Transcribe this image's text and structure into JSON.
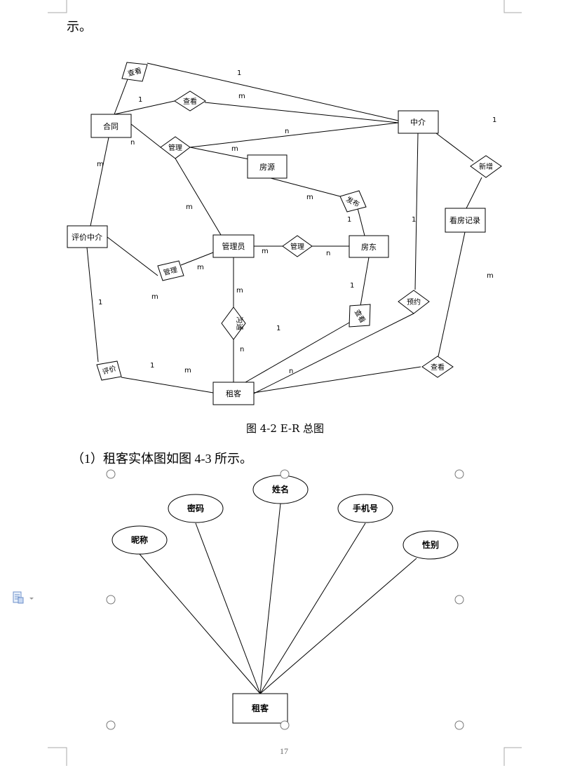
{
  "top_text": "示。",
  "er_diagram": {
    "entities": {
      "hetong": "合同",
      "zhongjie": "中介",
      "fangyuan": "房源",
      "kanfang": "看房记录",
      "pingjia": "评价中介",
      "guanliyuan": "管理员",
      "fangdong": "房东",
      "zuke": "租客"
    },
    "relationships": {
      "chakan_top": "查看",
      "chakan_mid": "查看",
      "guanli_top": "管理",
      "xinzeng": "新增",
      "fabu": "发布",
      "guanli_mid": "管理",
      "guanli_left": "管理",
      "goutong": "沟通",
      "chakan_fd": "查看",
      "yuyue": "预约",
      "pingjia_rel": "评价",
      "chakan_right": "查看"
    },
    "cardinalities": {
      "c1": "1",
      "c2": "1",
      "c3": "m",
      "c4": "n",
      "c5": "n",
      "c6": "m",
      "c7": "1",
      "c8": "m",
      "c9": "m",
      "c10": "m",
      "c11": "1",
      "c12": "1",
      "c13": "m",
      "c14": "n",
      "c15": "m",
      "c16": "1",
      "c17": "m",
      "c18": "1",
      "c19": "m",
      "c20": "1",
      "c21": "n",
      "c22": "1",
      "c23": "m",
      "c24": "n",
      "c25": "m"
    }
  },
  "figure_caption": "图 4-2 E-R 总图",
  "section_text": "（1）租客实体图如图 4-3 所示。",
  "entity_diagram": {
    "entity": "租客",
    "attributes": {
      "nickname": "昵称",
      "password": "密码",
      "name": "姓名",
      "phone": "手机号",
      "gender": "性别"
    }
  },
  "page_number": "17"
}
